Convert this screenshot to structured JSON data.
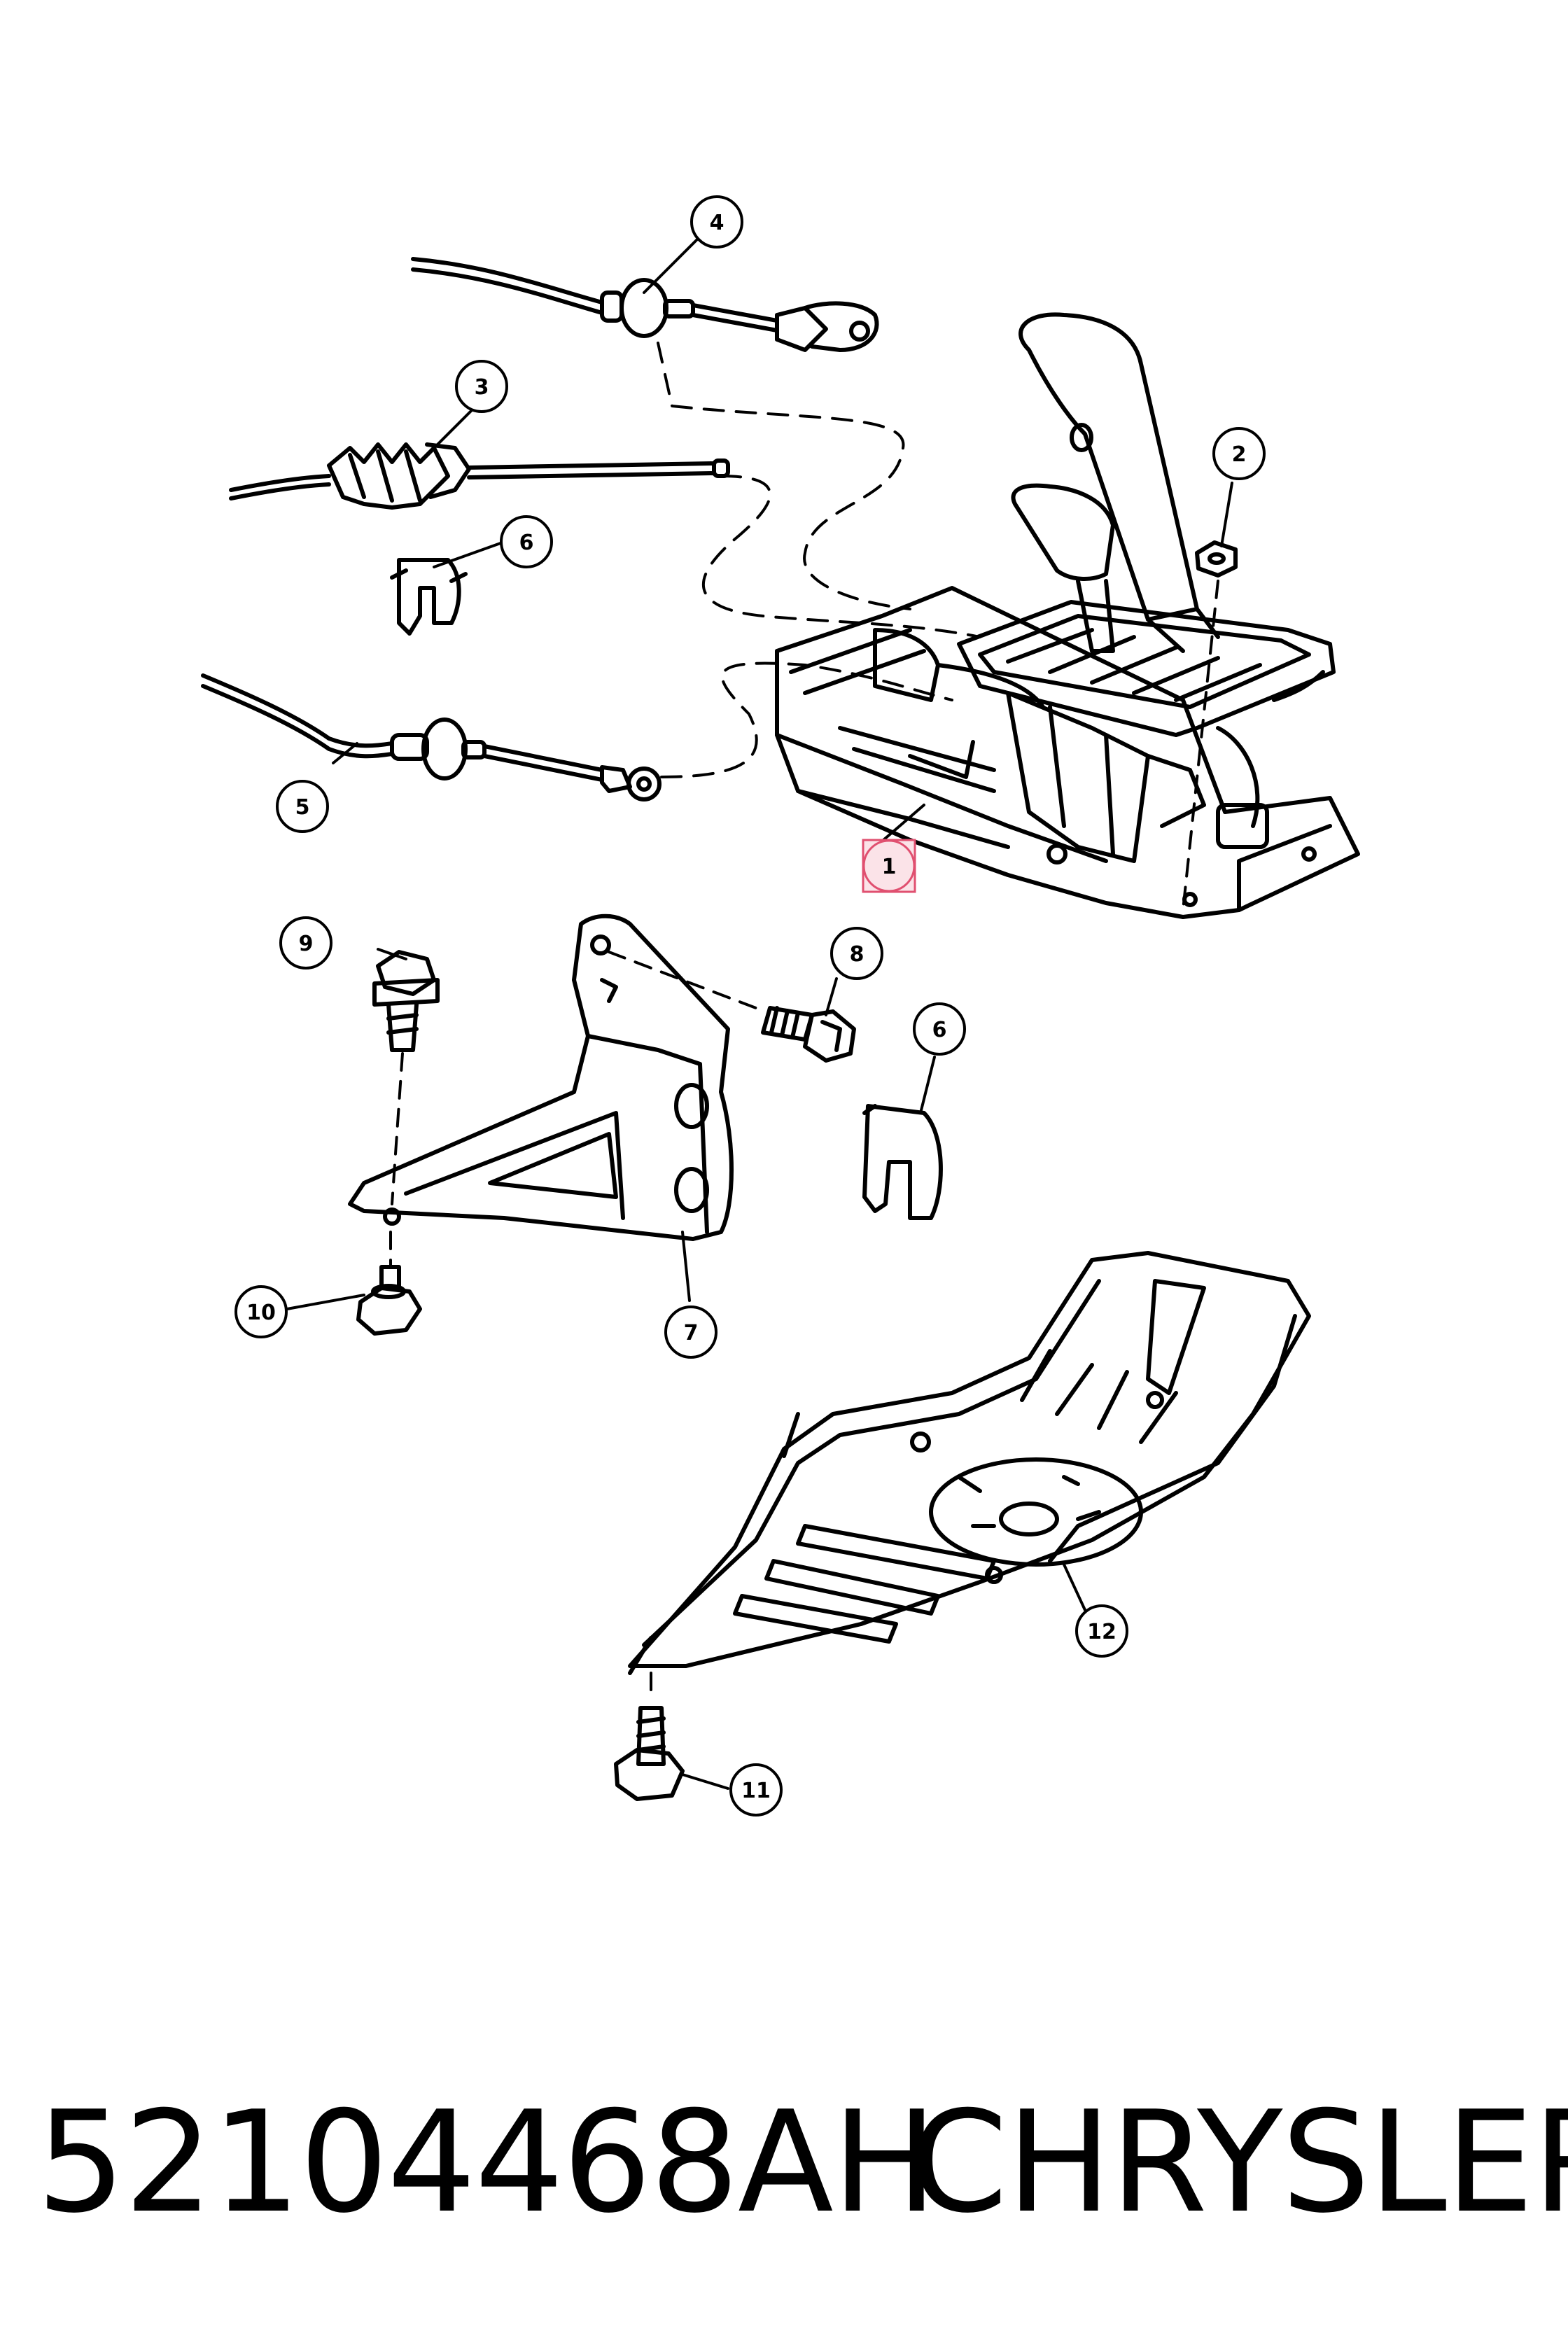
{
  "callouts": {
    "c1": "1",
    "c2": "2",
    "c3": "3",
    "c4": "4",
    "c5": "5",
    "c6a": "6",
    "c6b": "6",
    "c7": "7",
    "c8": "8",
    "c9": "9",
    "c10": "10",
    "c11": "11",
    "c12": "12"
  },
  "highlight_color": "#e05070",
  "footer": {
    "part_number": "52104468AH",
    "brand": "CHRYSLER"
  }
}
